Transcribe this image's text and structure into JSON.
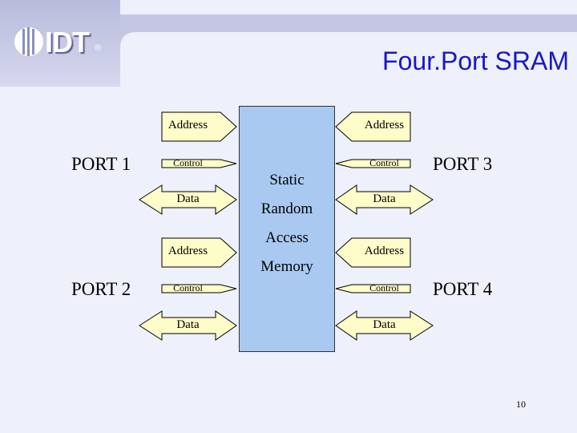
{
  "logo": {
    "text": "IDT",
    "mark": "®"
  },
  "slide": {
    "title": "Four.Port SRAM",
    "page_number": "10"
  },
  "memory": {
    "lines": [
      "Static",
      "Random",
      "Access",
      "Memory"
    ]
  },
  "ports": [
    "PORT 1",
    "PORT 2",
    "PORT 3",
    "PORT 4"
  ],
  "signals": {
    "address": "Address",
    "control": "Control",
    "data": "Data"
  },
  "colors": {
    "background": "#eef0fb",
    "title": "#1a17c8",
    "memory_box": "#a9c9f0",
    "arrow_fill": "#fefcc8"
  }
}
